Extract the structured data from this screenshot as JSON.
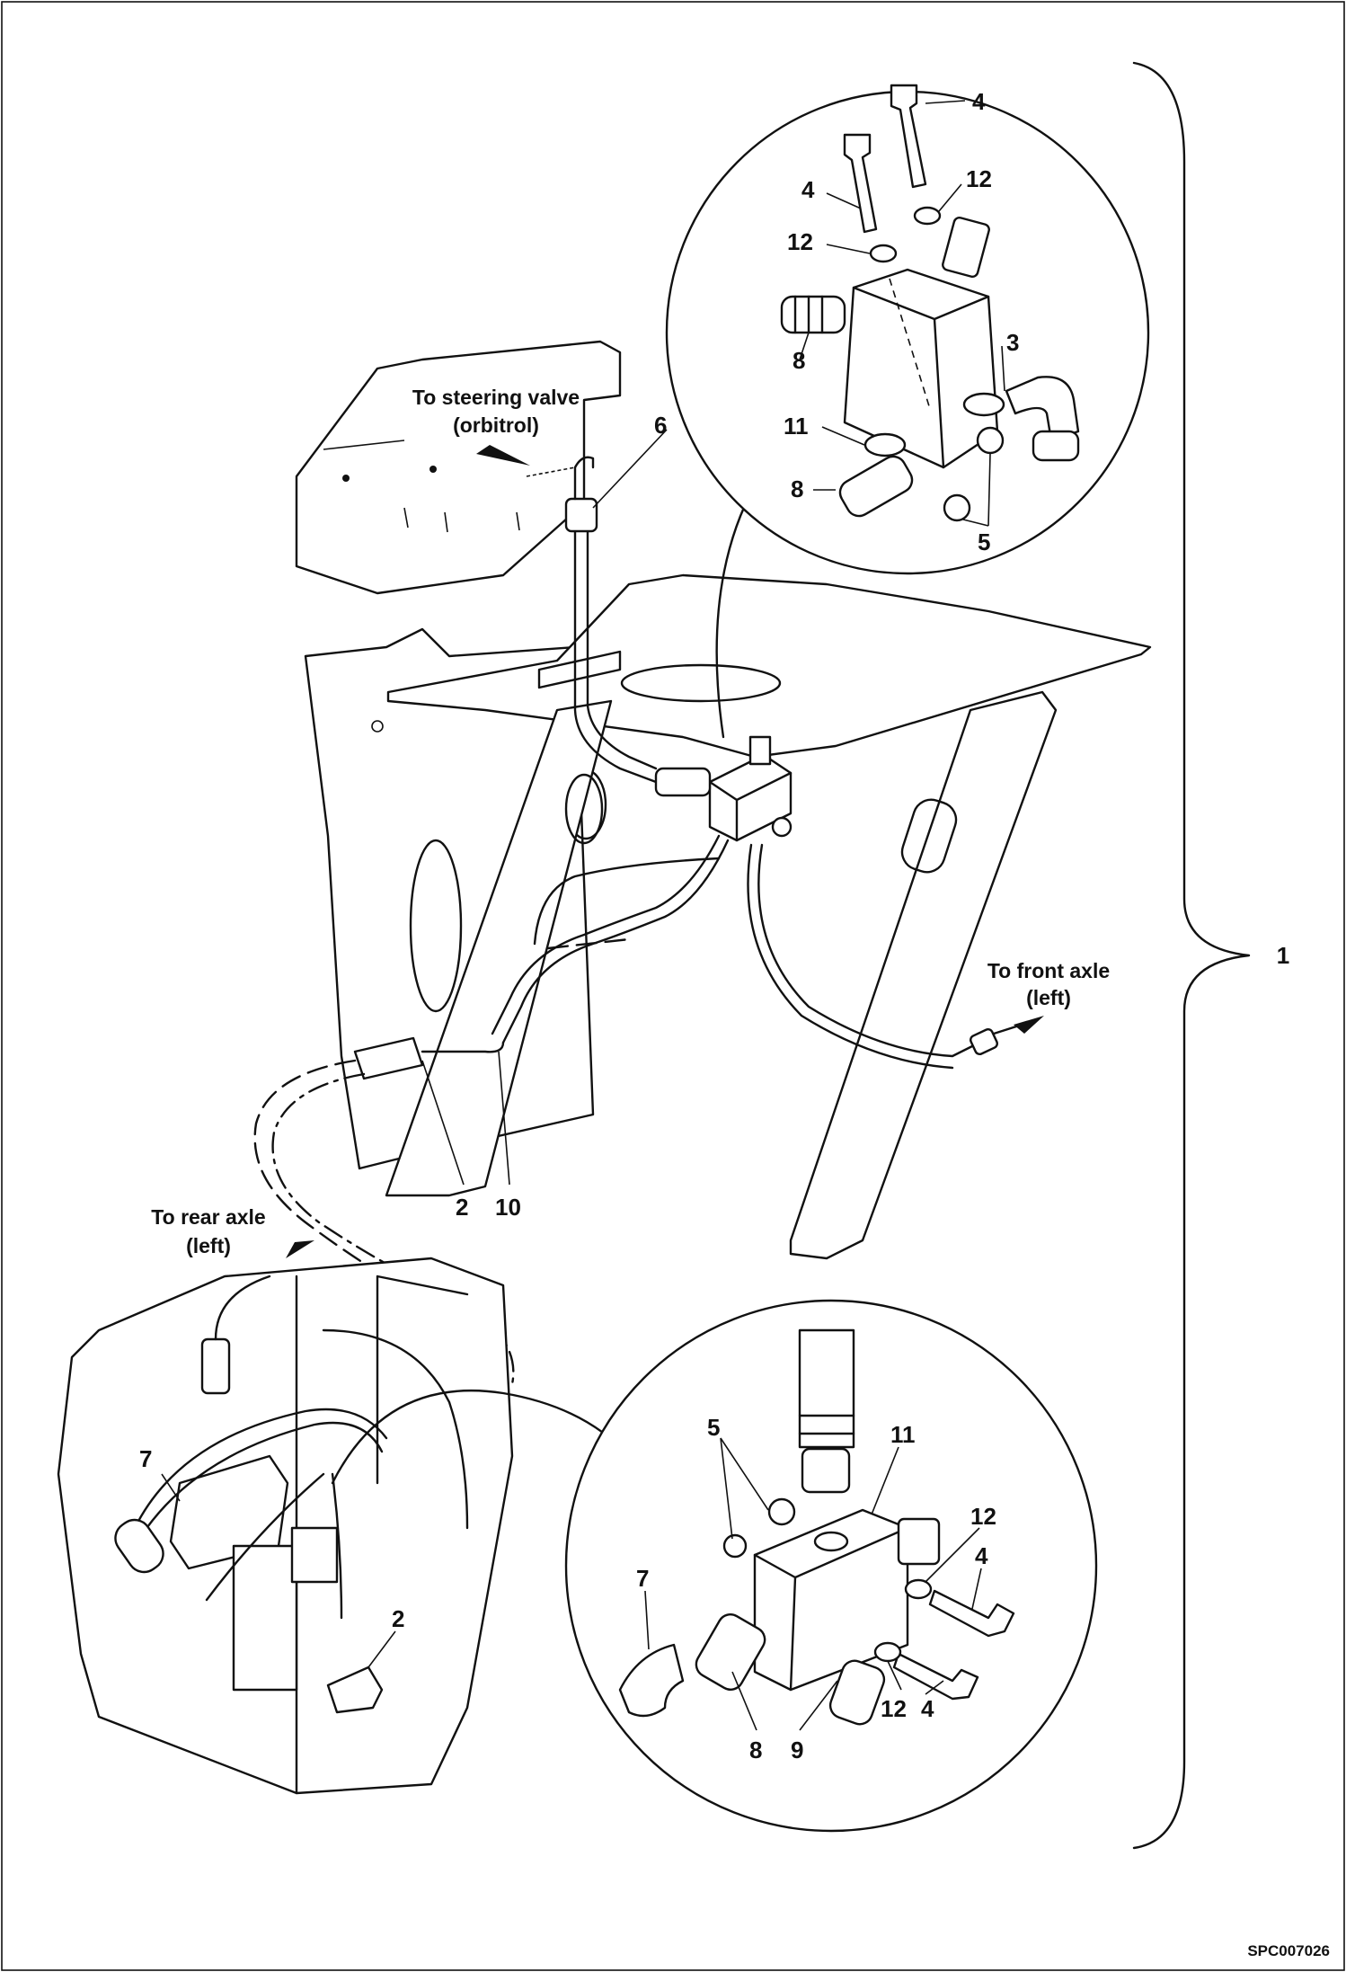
{
  "figure_ref": "SPC007026",
  "labels": {
    "to_steering_valve_l1": "To steering valve",
    "to_steering_valve_l2": "(orbitrol)",
    "to_front_axle_l1": "To front axle",
    "to_front_axle_l2": "(left)",
    "to_rear_axle_l1": "To rear axle",
    "to_rear_axle_l2": "(left)"
  },
  "callouts": {
    "assembly": "1",
    "top_detail": {
      "bolt_a": "4",
      "bolt_b": "4",
      "washer_a": "12",
      "washer_b": "12",
      "fitting_3": "3",
      "fitting_8a": "8",
      "fitting_8b": "8",
      "block_11": "11",
      "plugs_5": "5"
    },
    "main_view": {
      "hose_6": "6",
      "tee_2": "2",
      "hose_10": "10"
    },
    "lower_view": {
      "fitting_7": "7",
      "tee_2": "2"
    },
    "bottom_detail": {
      "plugs_5": "5",
      "block_11": "11",
      "washer_12a": "12",
      "washer_12b": "12",
      "bolt_4a": "4",
      "bolt_4b": "4",
      "fitting_7": "7",
      "fitting_8": "8",
      "fitting_9": "9"
    }
  }
}
